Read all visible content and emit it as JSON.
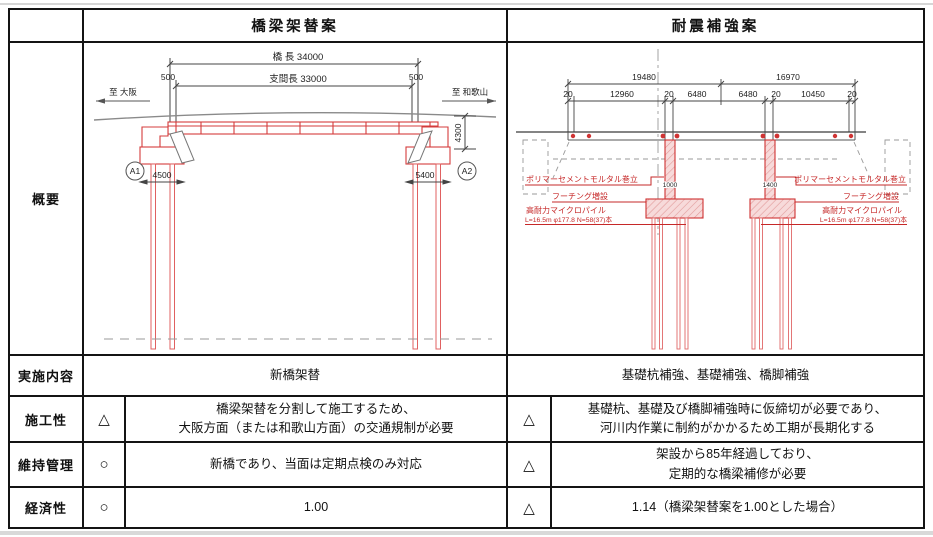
{
  "table": {
    "header": {
      "plan_a": "橋梁架替案",
      "plan_b": "耐震補強案"
    },
    "row_labels": {
      "overview": "概要",
      "scope": "実施内容",
      "constructability": "施工性",
      "maintenance": "維持管理",
      "economy": "経済性"
    },
    "scope": {
      "a": "新橋架替",
      "b": "基礎杭補強、基礎補強、橋脚補強"
    },
    "constructability": {
      "a_mark": "△",
      "a_text": "橋梁架替を分割して施工するため、\n大阪方面（または和歌山方面）の交通規制が必要",
      "b_mark": "△",
      "b_text": "基礎杭、基礎及び橋脚補強時に仮締切が必要であり、\n河川内作業に制約がかかるため工期が長期化する"
    },
    "maintenance": {
      "a_mark": "○",
      "a_text": "新橋であり、当面は定期点検のみ対応",
      "b_mark": "△",
      "b_text": "架設から85年経過しており、\n定期的な橋梁補修が必要"
    },
    "economy": {
      "a_mark": "○",
      "a_text": "1.00",
      "b_mark": "△",
      "b_text": "1.14（橋梁架替案を1.00とした場合）"
    }
  },
  "drawing_a": {
    "bridge_length": "橋 長  34000",
    "span_length": "支間長  33000",
    "offset_left": "500",
    "offset_right": "500",
    "to_left": "至 大阪",
    "to_right": "至 和歌山",
    "abutment_left": "A1",
    "abutment_right": "A2",
    "footing_left_width": "4500",
    "footing_right_width": "5400",
    "girder_height": "4300"
  },
  "drawing_b": {
    "span_left": "19480",
    "span_right": "16970",
    "sub_dims": [
      "20",
      "12960",
      "20",
      "6480",
      "6480",
      "20",
      "10450",
      "20"
    ],
    "pier_left_width": "1000",
    "pier_right_width": "1400",
    "notes": {
      "wrap": "ポリマーセメントモルタル巻立",
      "footing": "フーチング増設",
      "micropile": "高耐力マイクロパイル",
      "micropile_spec": "L=16.5m φ177.8 N=58(37)本"
    }
  }
}
